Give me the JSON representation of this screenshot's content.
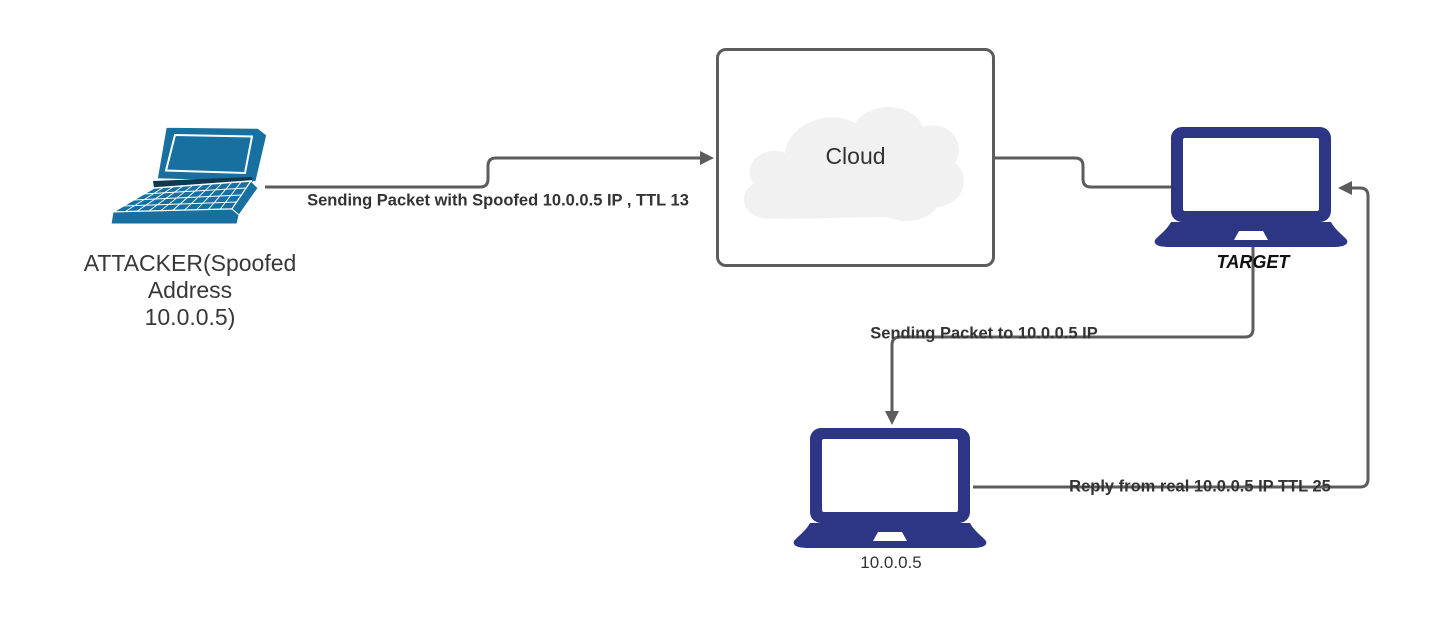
{
  "diagram": {
    "nodes": {
      "attacker": {
        "label_line1": "ATTACKER(Spoofed",
        "label_line2": "Address",
        "label_line3": "10.0.0.5)"
      },
      "cloud": {
        "label": "Cloud"
      },
      "target": {
        "label": "TARGET"
      },
      "real_host": {
        "label": "10.0.0.5"
      }
    },
    "edges": {
      "attacker_to_cloud": {
        "label": "Sending Packet with Spoofed 10.0.0.5 IP , TTL 13",
        "arrow": true
      },
      "cloud_to_target": {
        "label": "",
        "arrow": false
      },
      "target_to_real": {
        "label": "Sending Packet to 10.0.0.5 IP",
        "arrow": true
      },
      "real_to_target": {
        "label": "Reply from real 10.0.0.5 IP TTL 25",
        "arrow": true
      }
    },
    "colors": {
      "connector": "#5c5c5c",
      "edge_label": "#333333",
      "attacker_laptop": "#17709F",
      "attacker_laptop_dark": "#10384F",
      "navy_laptop": "#2D3585",
      "cloud_fill": "#F1F1F1",
      "cloud_border": "#5c5c5c",
      "background": "#ffffff"
    }
  }
}
